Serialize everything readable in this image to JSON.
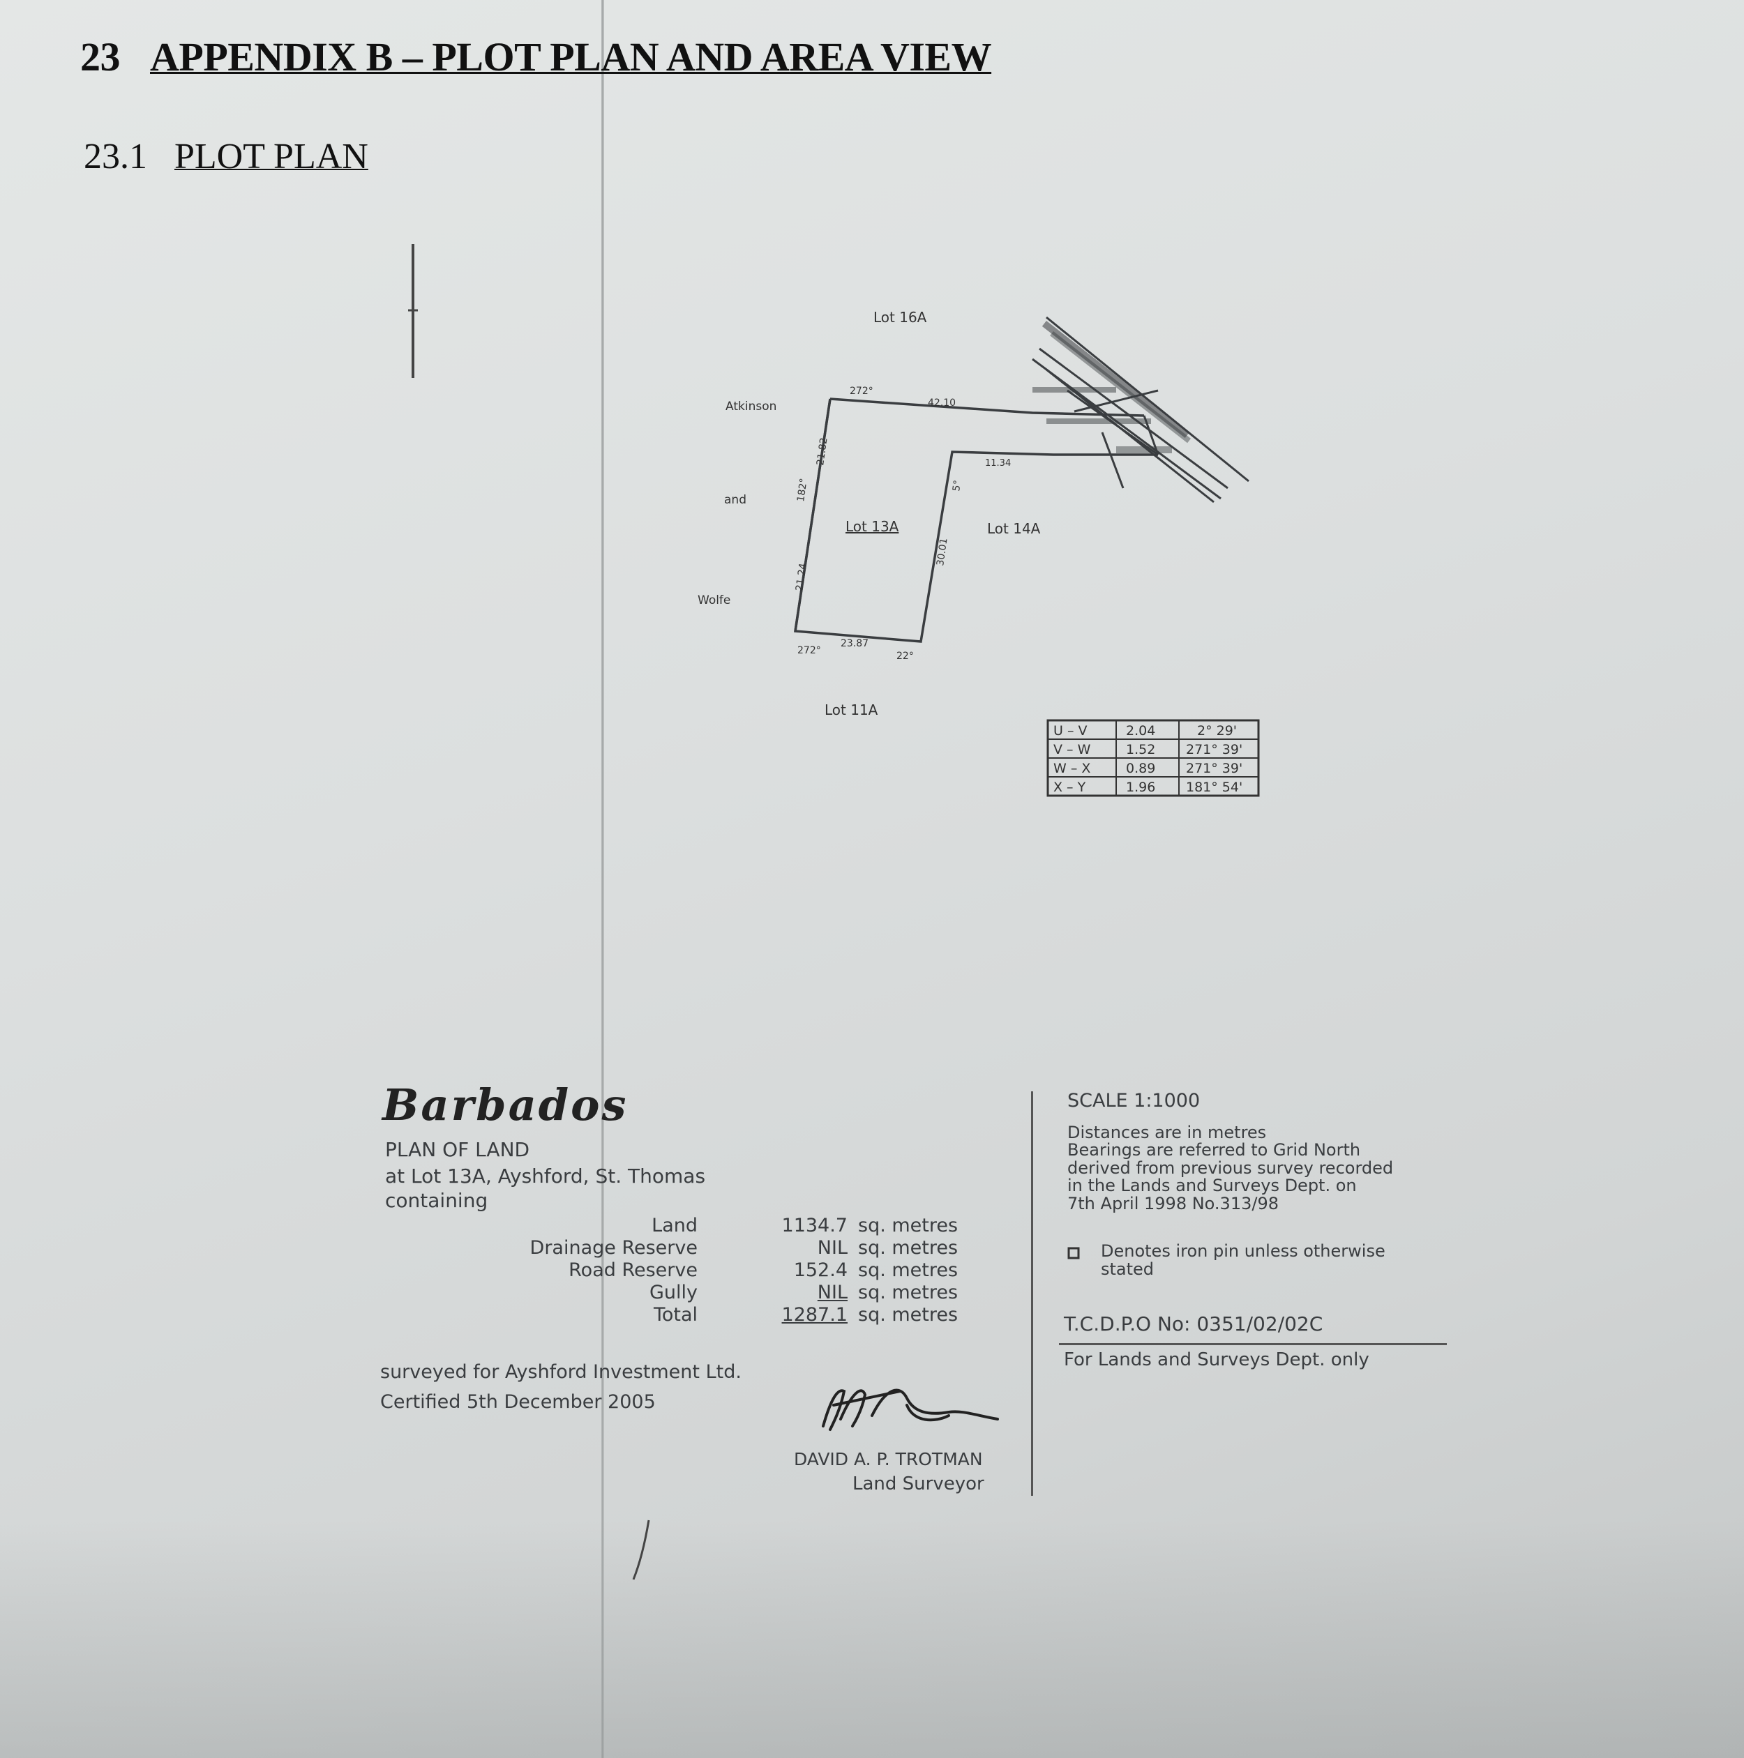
{
  "heading": {
    "number": "23",
    "title": "APPENDIX B – PLOT PLAN AND AREA VIEW"
  },
  "subheading": {
    "number": "23.1",
    "title": "PLOT PLAN"
  },
  "plot": {
    "lot_north": "Lot 16A",
    "lot_center": "Lot 13A",
    "lot_east": "Lot 14A",
    "lot_south": "Lot 11A",
    "neighbor_1": "Atkinson",
    "neighbor_2": "and",
    "neighbor_3": "Wolfe",
    "dim_top_bearing": "272°",
    "dim_top": "42.10",
    "dim_left_upper": "21.82",
    "dim_left_lower": "21.24",
    "dim_left_bearing": "182°",
    "dim_right": "30.01",
    "dim_right_bearing": "5°",
    "dim_inner": "11.34",
    "dim_bottom": "23.87",
    "dim_bottom_bearing": "272°",
    "dim_bottom_corner": "22°"
  },
  "bearing_table": [
    {
      "line": "U – V",
      "distance": "2.04",
      "bearing": "2° 29'"
    },
    {
      "line": "V – W",
      "distance": "1.52",
      "bearing": "271° 39'"
    },
    {
      "line": "W – X",
      "distance": "0.89",
      "bearing": "271° 39'"
    },
    {
      "line": "X – Y",
      "distance": "1.96",
      "bearing": "181° 54'"
    }
  ],
  "title_block": {
    "country": "Barbados",
    "plan_of_land": "PLAN OF LAND",
    "location": "at Lot 13A, Ayshford, St. Thomas",
    "containing": "containing",
    "areas": [
      {
        "label": "Land",
        "value": "1134.7",
        "unit": "sq. metres"
      },
      {
        "label": "Drainage Reserve",
        "value": "NIL",
        "unit": "sq. metres"
      },
      {
        "label": "Road Reserve",
        "value": "152.4",
        "unit": "sq. metres"
      },
      {
        "label": "Gully",
        "value": "NIL",
        "unit": "sq. metres"
      },
      {
        "label": "Total",
        "value": "1287.1",
        "unit": "sq. metres"
      }
    ],
    "surveyed_for": "surveyed for Ayshford Investment Ltd.",
    "certified": "Certified 5th December 2005",
    "surveyor_name": "DAVID A. P. TROTMAN",
    "surveyor_title": "Land Surveyor",
    "scale": "SCALE 1:1000",
    "notes": [
      "Distances are in metres",
      "Bearings are referred to Grid North",
      "derived from previous survey recorded",
      "in the Lands and Surveys Dept. on",
      "7th April 1998 No.313/98"
    ],
    "legend": [
      "Denotes iron pin unless otherwise",
      "stated"
    ],
    "tcdpo": "T.C.D.P.O No: 0351/02/02C",
    "lands_dept": "For Lands and Surveys Dept. only"
  }
}
